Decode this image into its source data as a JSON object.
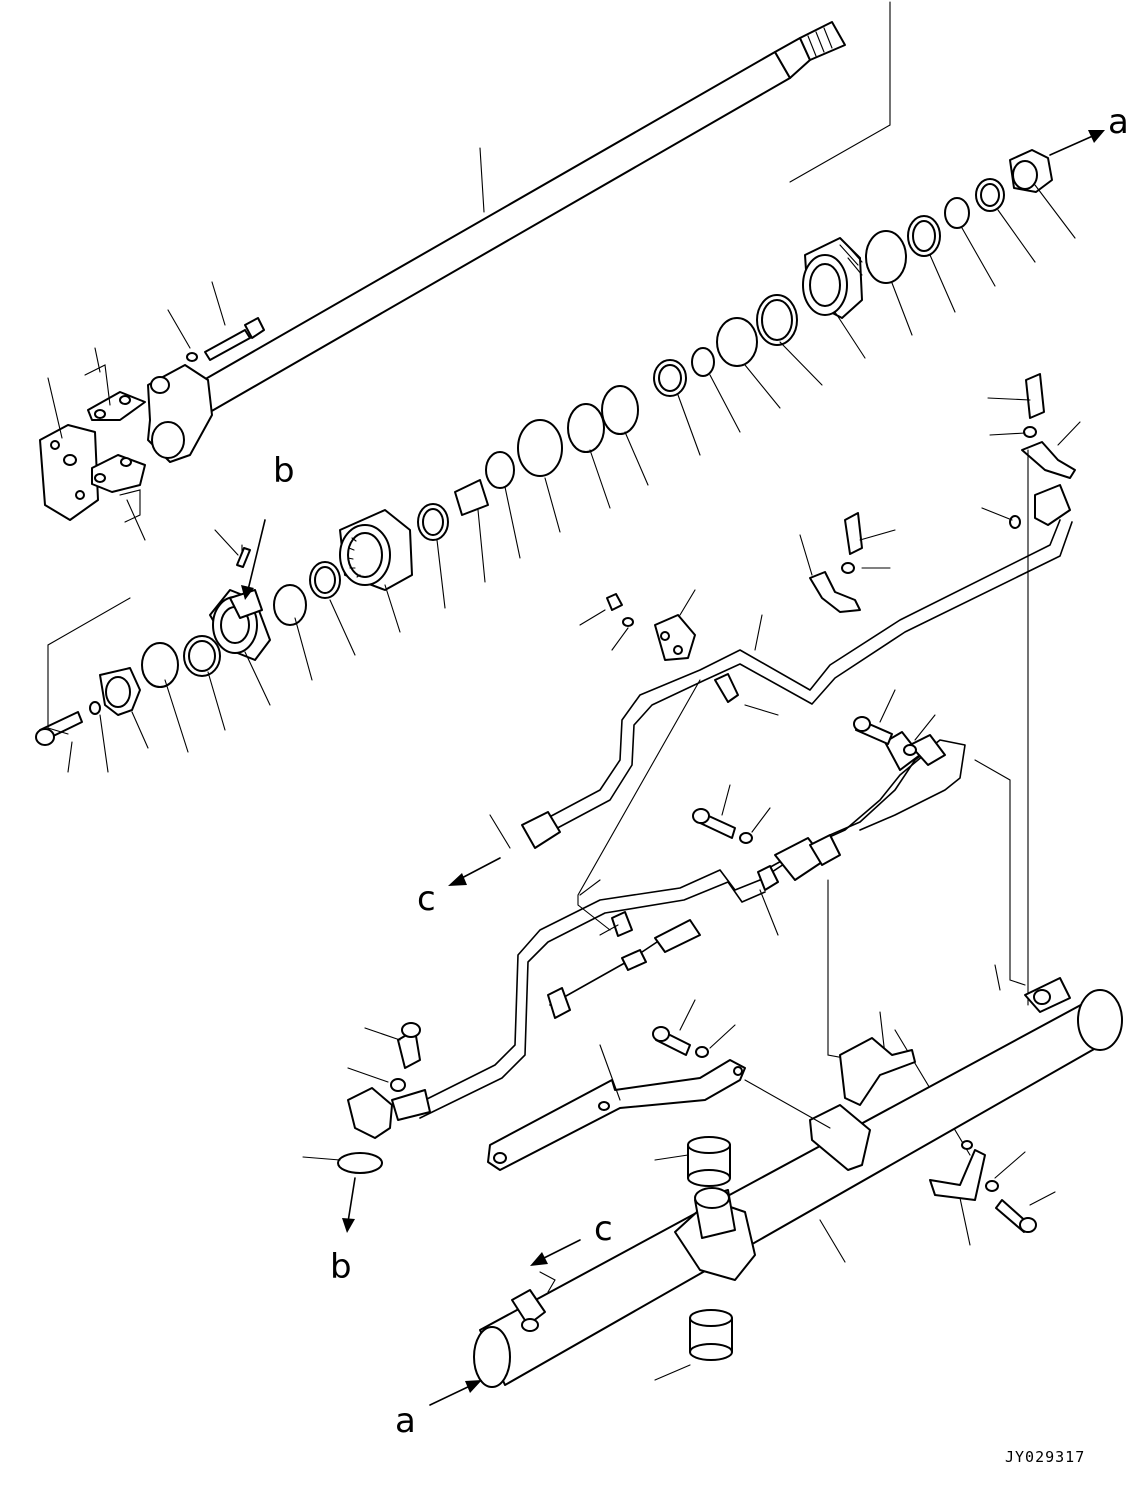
{
  "drawing": {
    "code": "JY029317"
  },
  "refs": {
    "a": "a",
    "b": "b",
    "c": "c"
  }
}
